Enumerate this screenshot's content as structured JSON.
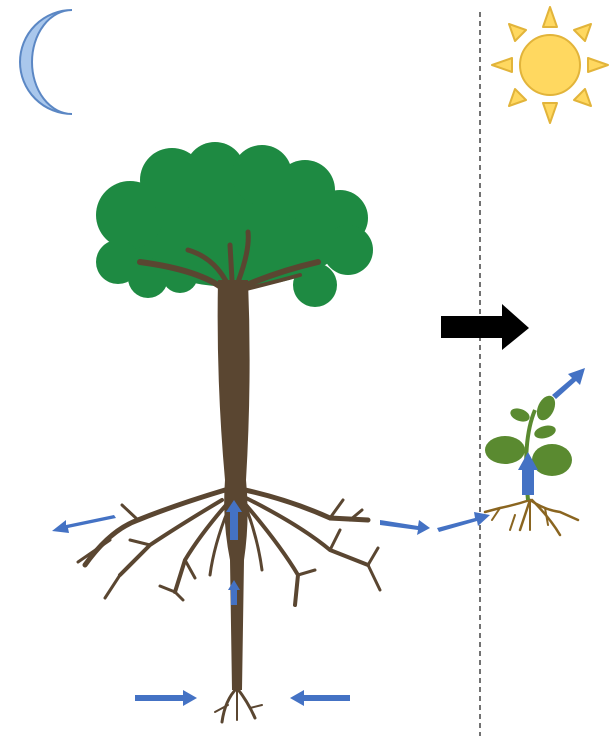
{
  "diagram": {
    "panels": [
      {
        "side": "left",
        "condition": "night",
        "icon": "moon-icon"
      },
      {
        "side": "right",
        "condition": "day",
        "icon": "sun-icon"
      }
    ],
    "elements": [
      "tree",
      "seedling"
    ],
    "arrows": {
      "transition": "black-right-arrow",
      "flow": "blue-arrows"
    },
    "colors": {
      "moon": "#a9c7ec",
      "moon_stroke": "#5b87c4",
      "sun": "#ffd860",
      "sun_stroke": "#e2b43a",
      "canopy": "#1e8a42",
      "trunk": "#5a4631",
      "flow_arrow": "#4472c4",
      "plant_leaf": "#5a8a30",
      "plant_root": "#8a6520",
      "divider": "#444444"
    }
  }
}
